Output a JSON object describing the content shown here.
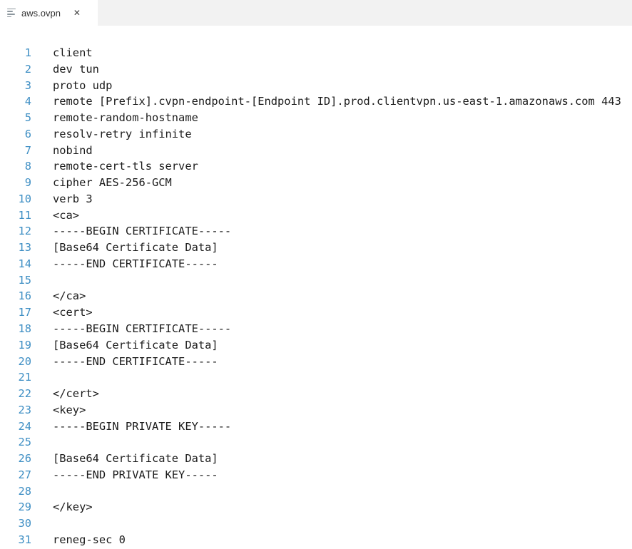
{
  "tab": {
    "title": "aws.ovpn",
    "close_icon": "✕",
    "file_icon": "text-file-lines"
  },
  "colors": {
    "tab_bar_bg": "#f2f2f2",
    "active_tab_bg": "#ffffff",
    "line_number": "#3f8fc4",
    "code_text": "#1b1b1b",
    "tab_label": "#333333"
  },
  "editor": {
    "language_mode": "plain-text",
    "lines": [
      {
        "n": "1",
        "t": "client"
      },
      {
        "n": "2",
        "t": "dev tun"
      },
      {
        "n": "3",
        "t": "proto udp"
      },
      {
        "n": "4",
        "t": "remote [Prefix].cvpn-endpoint-[Endpoint ID].prod.clientvpn.us-east-1.amazonaws.com 443"
      },
      {
        "n": "5",
        "t": "remote-random-hostname"
      },
      {
        "n": "6",
        "t": "resolv-retry infinite"
      },
      {
        "n": "7",
        "t": "nobind"
      },
      {
        "n": "8",
        "t": "remote-cert-tls server"
      },
      {
        "n": "9",
        "t": "cipher AES-256-GCM"
      },
      {
        "n": "10",
        "t": "verb 3"
      },
      {
        "n": "11",
        "t": "<ca>"
      },
      {
        "n": "12",
        "t": "-----BEGIN CERTIFICATE-----"
      },
      {
        "n": "13",
        "t": "[Base64 Certificate Data]"
      },
      {
        "n": "14",
        "t": "-----END CERTIFICATE-----"
      },
      {
        "n": "15",
        "t": ""
      },
      {
        "n": "16",
        "t": "</ca>"
      },
      {
        "n": "17",
        "t": "<cert>"
      },
      {
        "n": "18",
        "t": "-----BEGIN CERTIFICATE-----"
      },
      {
        "n": "19",
        "t": "[Base64 Certificate Data]"
      },
      {
        "n": "20",
        "t": "-----END CERTIFICATE-----"
      },
      {
        "n": "21",
        "t": ""
      },
      {
        "n": "22",
        "t": "</cert>"
      },
      {
        "n": "23",
        "t": "<key>"
      },
      {
        "n": "24",
        "t": "-----BEGIN PRIVATE KEY-----"
      },
      {
        "n": "25",
        "t": ""
      },
      {
        "n": "26",
        "t": "[Base64 Certificate Data]"
      },
      {
        "n": "27",
        "t": "-----END PRIVATE KEY-----"
      },
      {
        "n": "28",
        "t": ""
      },
      {
        "n": "29",
        "t": "</key>"
      },
      {
        "n": "30",
        "t": ""
      },
      {
        "n": "31",
        "t": "reneg-sec 0"
      }
    ]
  }
}
